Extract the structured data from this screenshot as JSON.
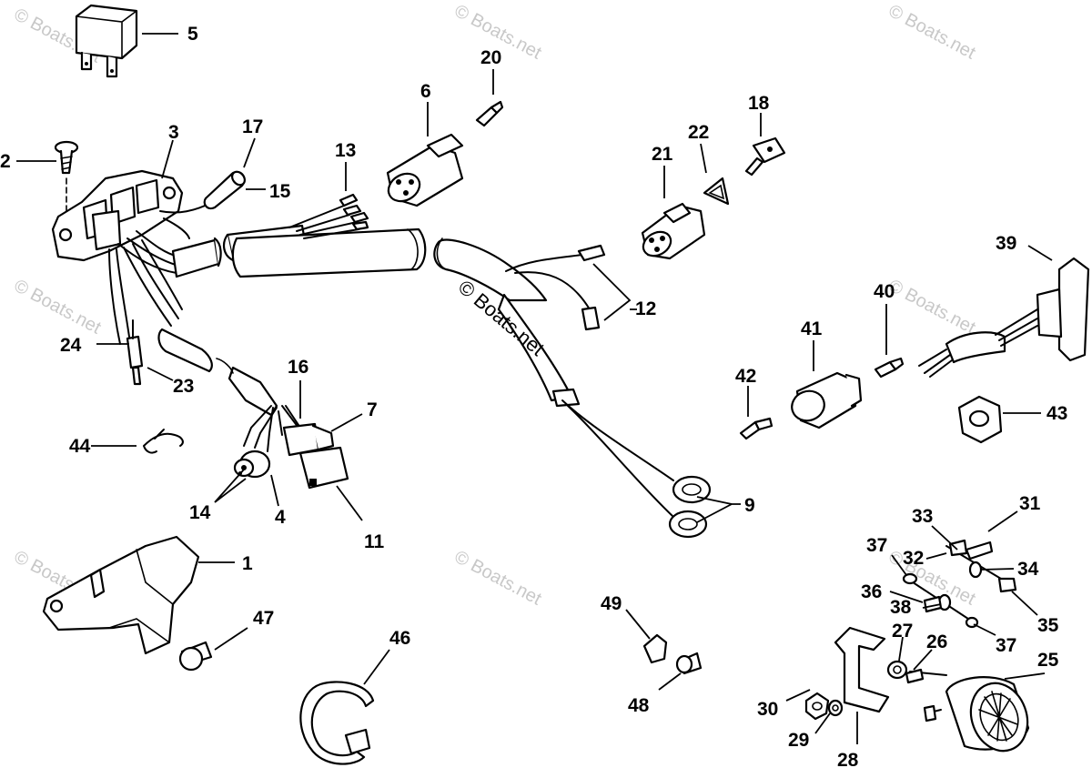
{
  "watermark": {
    "text": "© Boats.net"
  },
  "callouts": {
    "c1": "1",
    "c2": "2",
    "c3": "3",
    "c4": "4",
    "c5": "5",
    "c6": "6",
    "c7": "7",
    "c9": "9",
    "c11": "11",
    "c12": "12",
    "c13": "13",
    "c14": "14",
    "c15": "15",
    "c16": "16",
    "c17": "17",
    "c18": "18",
    "c20": "20",
    "c21": "21",
    "c22": "22",
    "c23": "23",
    "c24": "24",
    "c25": "25",
    "c26": "26",
    "c27": "27",
    "c28": "28",
    "c29": "29",
    "c30": "30",
    "c31": "31",
    "c32": "32",
    "c33": "33",
    "c34": "34",
    "c35": "35",
    "c36": "36",
    "c37a": "37",
    "c37b": "37",
    "c38": "38",
    "c39": "39",
    "c40": "40",
    "c41": "41",
    "c42": "42",
    "c43": "43",
    "c44": "44",
    "c46": "46",
    "c47": "47",
    "c48": "48",
    "c49": "49"
  }
}
